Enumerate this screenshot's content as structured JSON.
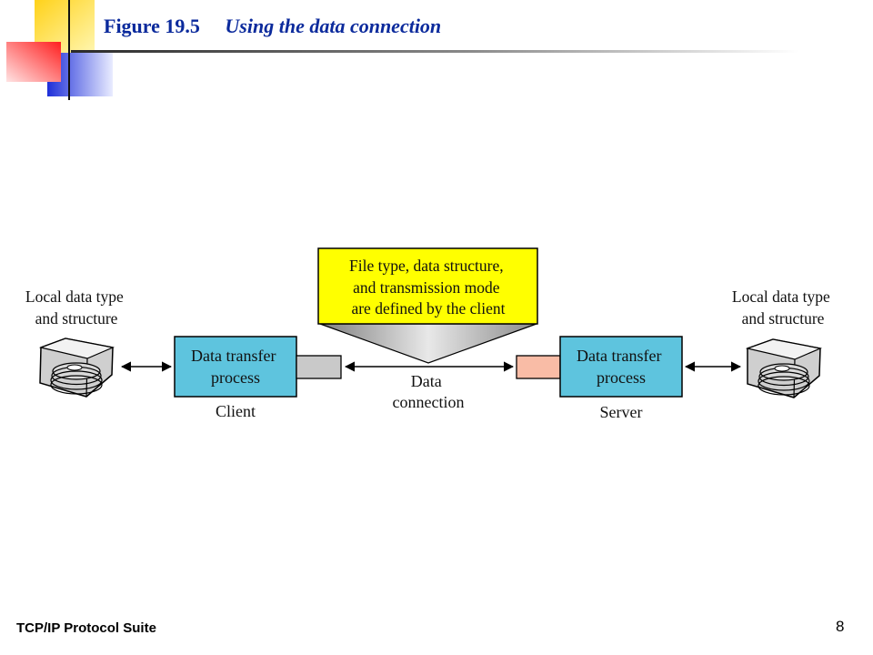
{
  "slide": {
    "figure_label": "Figure 19.5",
    "figure_caption": "Using the data connection",
    "footer": "TCP/IP Protocol Suite",
    "page_number": "8"
  },
  "diagram": {
    "callout": [
      "File type, data structure,",
      "and transmission mode",
      "are defined by the client"
    ],
    "client": {
      "local_label": [
        "Local data type",
        "and structure"
      ],
      "process_label": [
        "Data transfer",
        "process"
      ],
      "role": "Client"
    },
    "server": {
      "local_label": [
        "Local data type",
        "and structure"
      ],
      "process_label": [
        "Data transfer",
        "process"
      ],
      "role": "Server"
    },
    "connection_label": [
      "Data",
      "connection"
    ],
    "colors": {
      "title": "#0b2a9c",
      "process_box": "#5ec4de",
      "callout": "#ffff00",
      "client_port": "#c9c9c9",
      "server_port": "#f9bca6"
    }
  }
}
